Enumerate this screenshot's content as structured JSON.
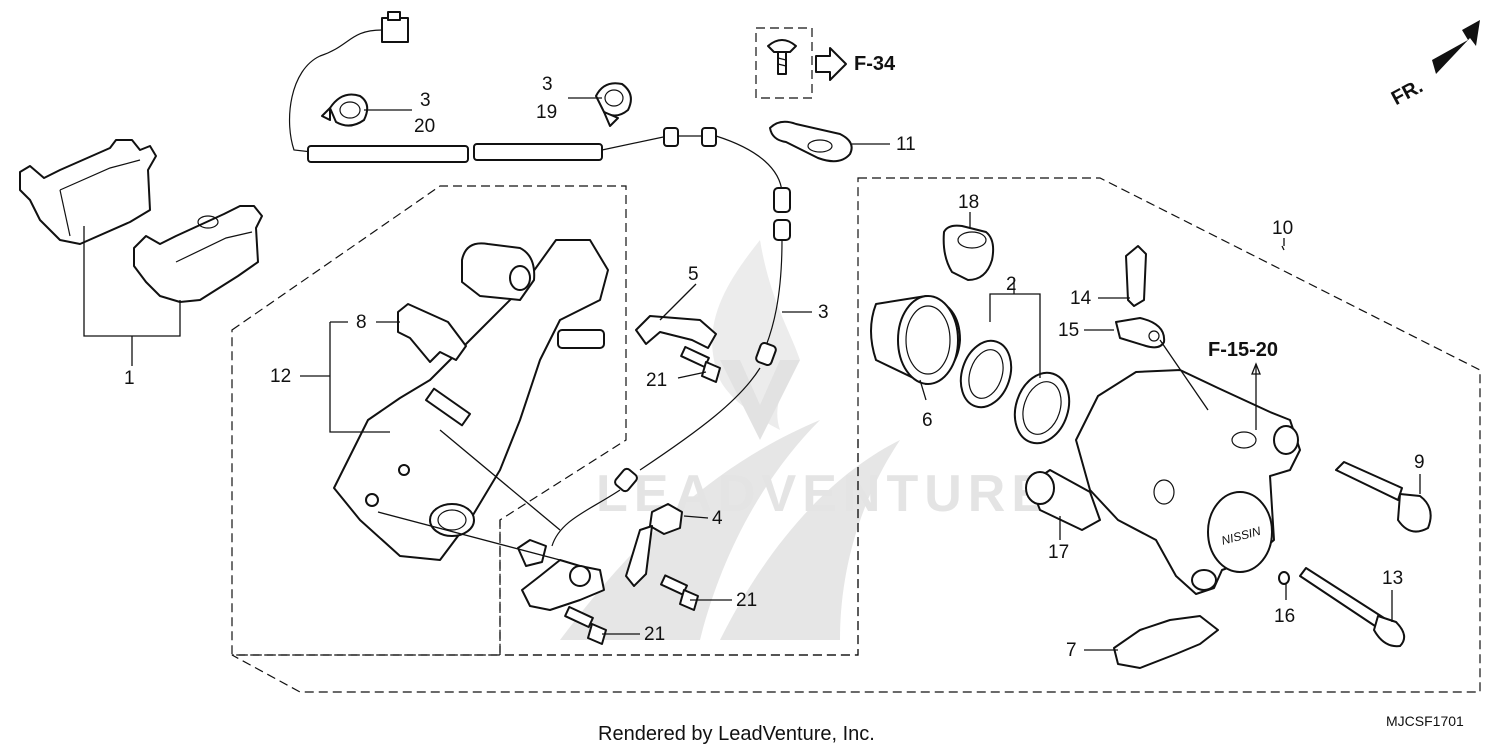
{
  "diagram": {
    "orientation_label": "FR.",
    "reference_top": "F-34",
    "reference_right": "F-15-20",
    "caliper_brand_mark": "NISSIN",
    "watermark": "LEADVENTURE",
    "footer_credit": "Rendered by LeadVenture, Inc.",
    "diagram_code": "MJCSF1701",
    "callouts": {
      "c1": "1",
      "c2": "2",
      "c3a": "3",
      "c3b": "3",
      "c3c": "3",
      "c4": "4",
      "c5": "5",
      "c6": "6",
      "c7": "7",
      "c8": "8",
      "c9": "9",
      "c10": "10",
      "c11": "11",
      "c12": "12",
      "c13": "13",
      "c14": "14",
      "c15": "15",
      "c16": "16",
      "c17": "17",
      "c18": "18",
      "c19": "19",
      "c20": "20",
      "c21a": "21",
      "c21b": "21",
      "c21c": "21"
    },
    "colors": {
      "line": "#111111",
      "watermark": "#e4e4e4",
      "background": "#ffffff"
    }
  }
}
